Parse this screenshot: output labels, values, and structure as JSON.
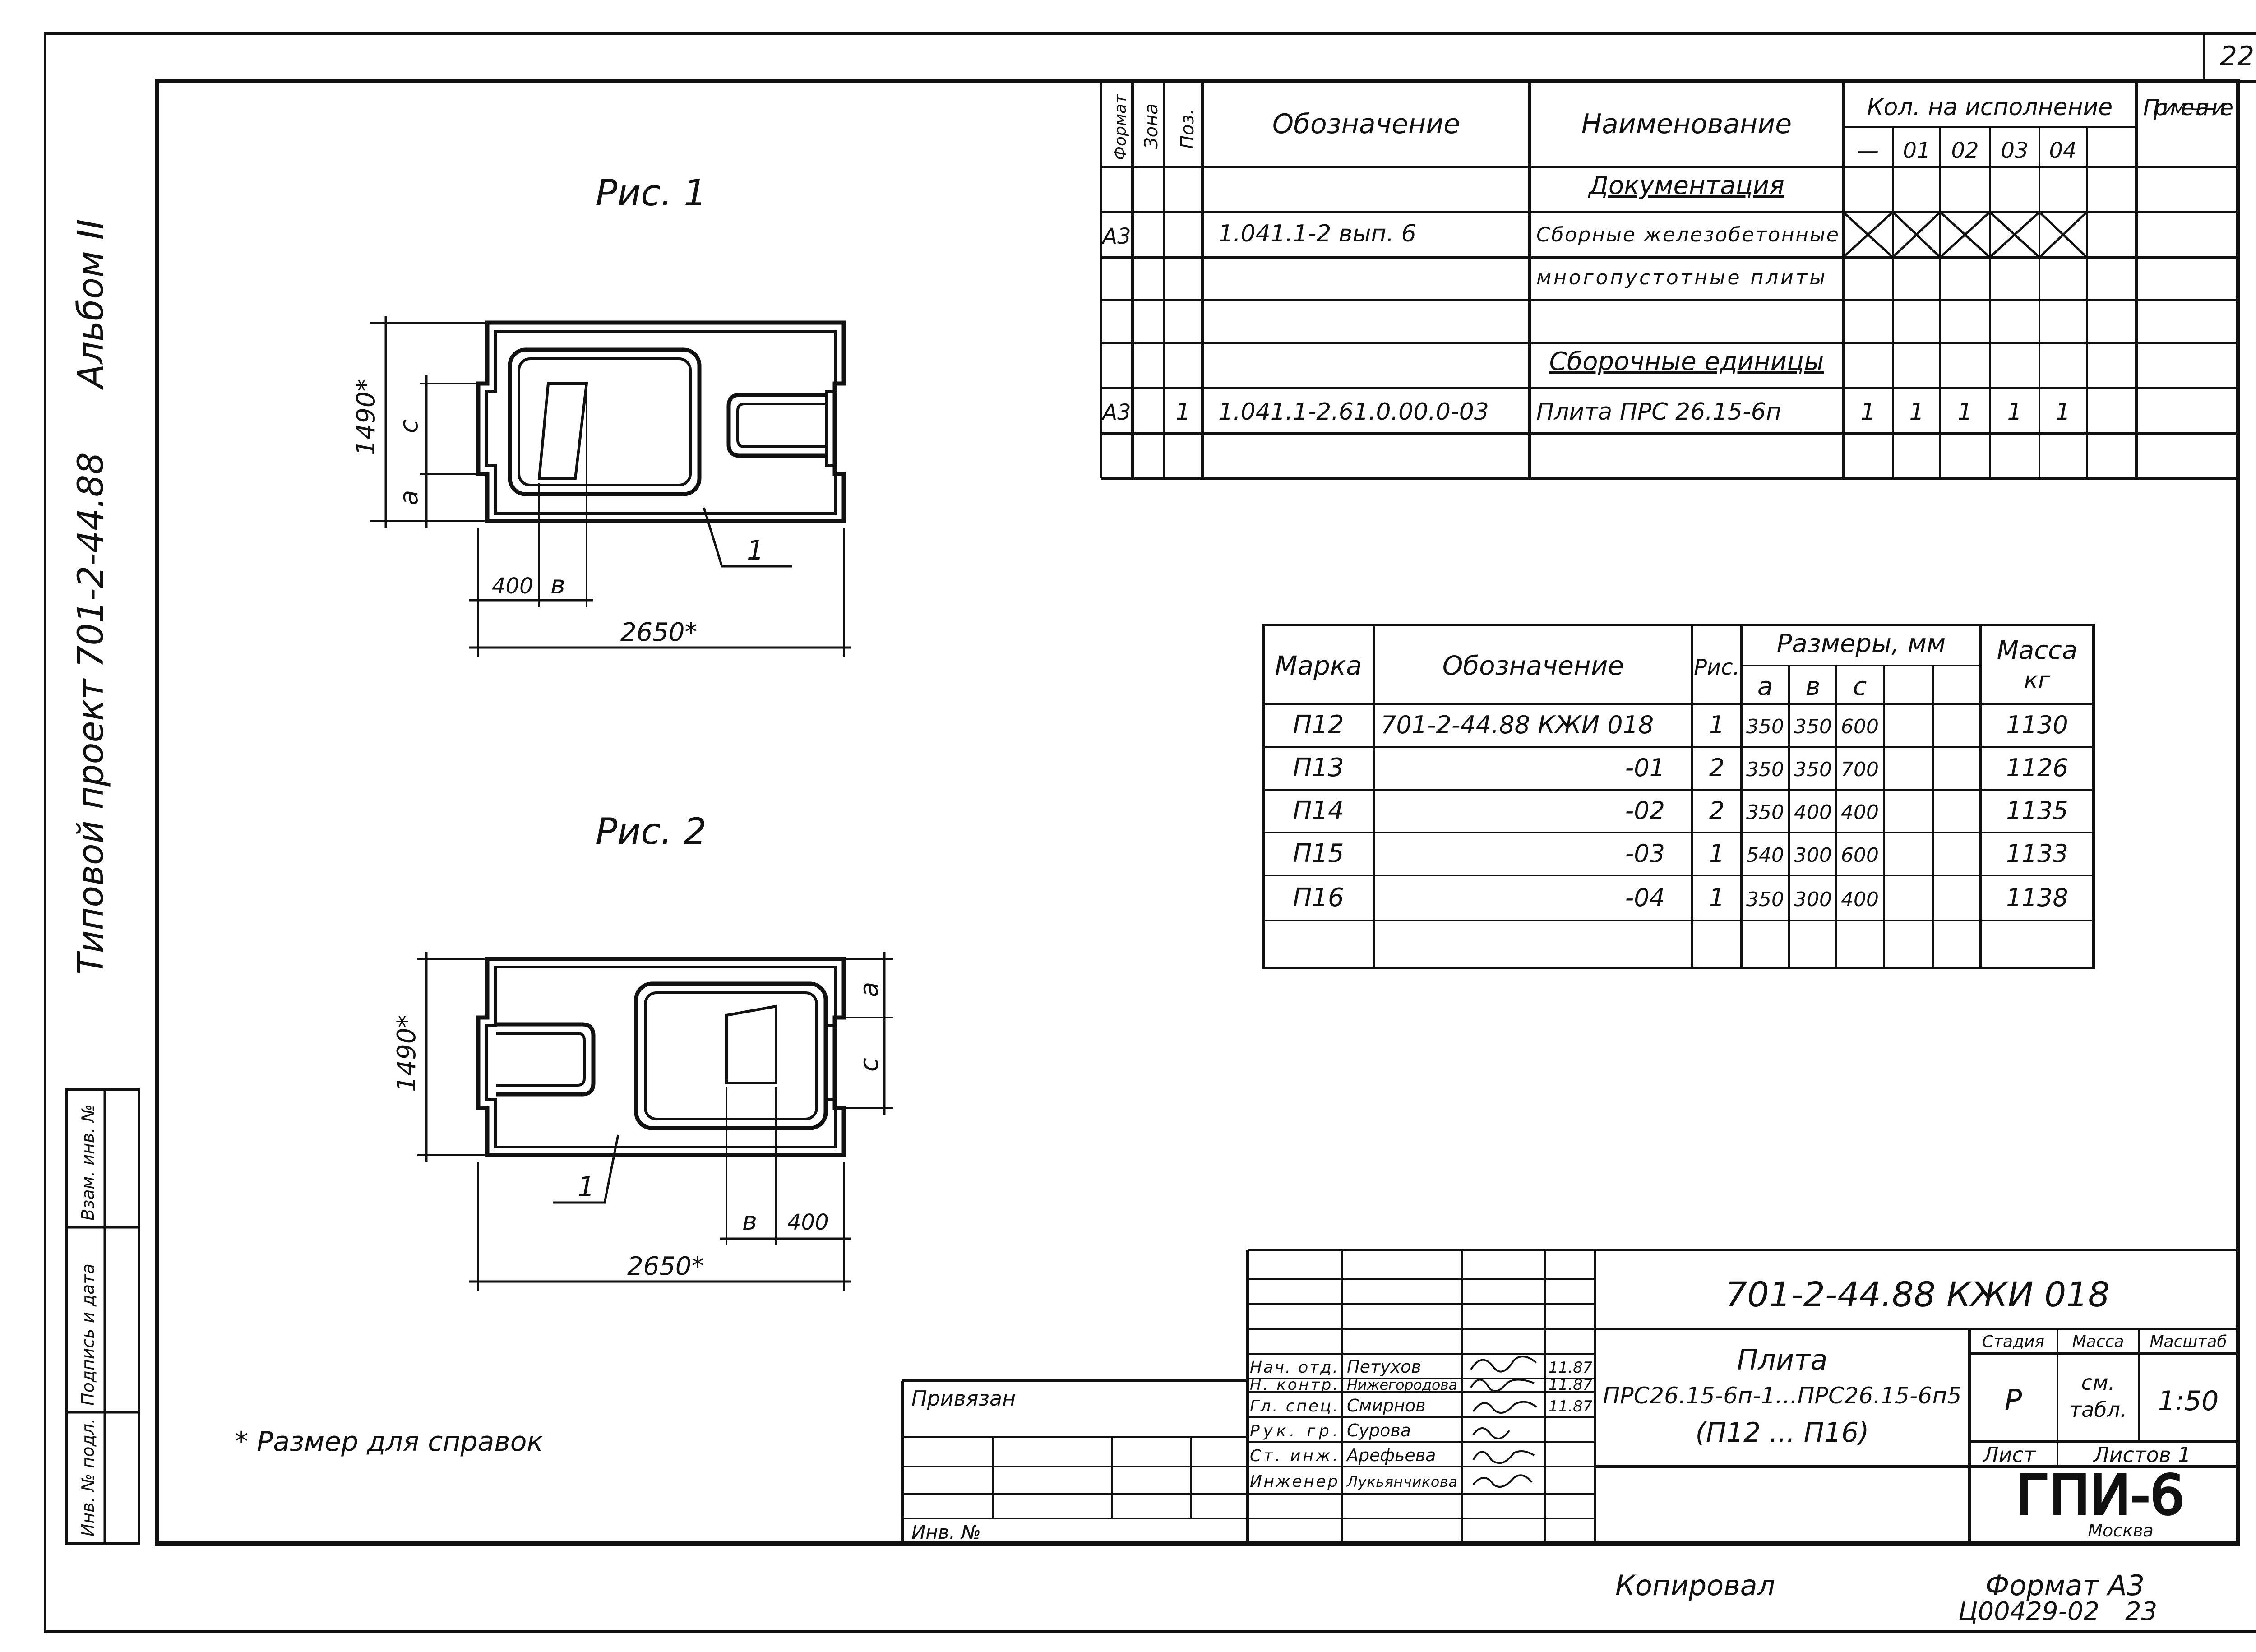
{
  "sheet_number": "22",
  "album_label": "Альбом II",
  "project_label": "Типовой проект 701-2-44.88",
  "side_stamp": {
    "inv_podl": "Инв. № подл.",
    "podpis_data": "Подпись и дата",
    "vzam_inv": "Взам. инв. №"
  },
  "figures": {
    "fig1_title": "Рис. 1",
    "fig2_title": "Рис. 2",
    "dim_1490": "1490*",
    "dim_2650": "2650*",
    "dim_400": "400",
    "dim_a": "а",
    "dim_b": "в",
    "dim_c": "с",
    "pos_1": "1"
  },
  "spec_table": {
    "headers": {
      "format": "Формат",
      "zona": "Зона",
      "poz": "Поз.",
      "oboznachenie": "Обозначение",
      "naimenovanie": "Наименование",
      "kol": "Кол. на исполнение",
      "prim": "Примечание",
      "variants": [
        "—",
        "01",
        "02",
        "03",
        "04"
      ]
    },
    "section1": "Документация",
    "row1": {
      "format": "А3",
      "obozn": "1.041.1-2 вып. 6",
      "name1": "Сборные железобетонные",
      "name2": "многопустотные плиты"
    },
    "section2": "Сборочные единицы",
    "row2": {
      "format": "А3",
      "poz": "1",
      "obozn": "1.041.1-2.61.0.00.0-03",
      "name": "Плита ПРС 26.15-6п",
      "qty": [
        "1",
        "1",
        "1",
        "1",
        "1"
      ]
    }
  },
  "marks_table": {
    "headers": {
      "marka": "Марка",
      "obozn": "Обозначение",
      "ris": "Рис.",
      "razmery": "Размеры, мм",
      "a": "а",
      "b": "в",
      "c": "с",
      "massa": "Масса",
      "massa_unit": "кг"
    },
    "rows": [
      {
        "marka": "П12",
        "obozn": "701-2-44.88 КЖИ 018",
        "ris": "1",
        "a": "350",
        "b": "350",
        "c": "600",
        "massa": "1130"
      },
      {
        "marka": "П13",
        "obozn": "-01",
        "ris": "2",
        "a": "350",
        "b": "350",
        "c": "700",
        "massa": "1126"
      },
      {
        "marka": "П14",
        "obozn": "-02",
        "ris": "2",
        "a": "350",
        "b": "400",
        "c": "400",
        "massa": "1135"
      },
      {
        "marka": "П15",
        "obozn": "-03",
        "ris": "1",
        "a": "540",
        "b": "300",
        "c": "600",
        "massa": "1133"
      },
      {
        "marka": "П16",
        "obozn": "-04",
        "ris": "1",
        "a": "350",
        "b": "300",
        "c": "400",
        "massa": "1138"
      }
    ]
  },
  "note": "* Размер для справок",
  "privyazan": {
    "label": "Привязан",
    "inv": "Инв. №"
  },
  "title_block": {
    "code": "701-2-44.88  КЖИ 018",
    "name1": "Плита",
    "name2": "ПРС26.15-6п-1...ПРС26.15-6п5",
    "name3": "(П12 ... П16)",
    "stadiya_h": "Стадия",
    "massa_h": "Масса",
    "masshtab_h": "Масштаб",
    "stadiya": "Р",
    "massa1": "см.",
    "massa2": "табл.",
    "masshtab": "1:50",
    "list": "Лист",
    "listov": "Листов 1",
    "org": "ГПИ-6",
    "city": "Москва",
    "people": [
      {
        "role": "Нач. отд.",
        "name": "Петухов",
        "date": "11.87"
      },
      {
        "role": "Н. контр.",
        "name": "Нижегородова",
        "date": "11.87"
      },
      {
        "role": "Гл. спец.",
        "name": "Смирнов",
        "date": "11.87"
      },
      {
        "role": "Рук. гр.",
        "name": "Сурова",
        "date": ""
      },
      {
        "role": "Ст. инж.",
        "name": "Арефьева",
        "date": ""
      },
      {
        "role": "Инженер",
        "name": "Лукьянчикова",
        "date": ""
      }
    ]
  },
  "bottom": {
    "kopiroval": "Копировал",
    "format": "Формат А3",
    "ref": "Ц00429-02",
    "page": "23"
  }
}
